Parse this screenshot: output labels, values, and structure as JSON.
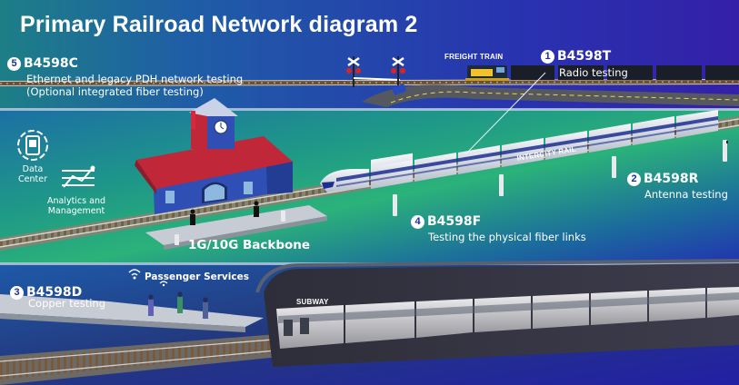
{
  "title": "Primary Railroad Network diagram 2",
  "callouts": {
    "c5": {
      "number": "5",
      "code": "B4598C",
      "desc1": "Ethernet and legacy PDH network testing",
      "desc2": "(Optional integrated fiber testing)"
    },
    "c1": {
      "number": "1",
      "code": "B4598T",
      "desc1": "Radio testing"
    },
    "c2": {
      "number": "2",
      "code": "B4598R",
      "desc1": "Antenna testing"
    },
    "c4": {
      "number": "4",
      "code": "B4598F",
      "desc1": "Testing the physical fiber links"
    },
    "c3": {
      "number": "3",
      "code": "B4598D",
      "desc1": "Copper testing"
    }
  },
  "labels": {
    "freight_train": "FREIGHT TRAIN",
    "intercity_rail": "INTERCITY RAIL",
    "subway": "SUBWAY",
    "backbone": "1G/10G Backbone",
    "passenger_services": "Passenger Services",
    "data_center_1": "Data",
    "data_center_2": "Center",
    "analytics_1": "Analytics and",
    "analytics_2": "Management"
  },
  "icons": [
    "data-center-icon",
    "analytics-icon",
    "wifi-icon",
    "railroad-crossing-icon",
    "clock-tower-icon",
    "antenna-pole-icon"
  ],
  "colors": {
    "sky_top": "#2a2aa8",
    "band_teal": "#1a8a7a",
    "band_green": "#2ab07a",
    "badge_fill": "#ffffff",
    "badge_text": "#1c2f8f",
    "station_roof": "#c0283a",
    "station_wall": "#2f4fb5"
  }
}
